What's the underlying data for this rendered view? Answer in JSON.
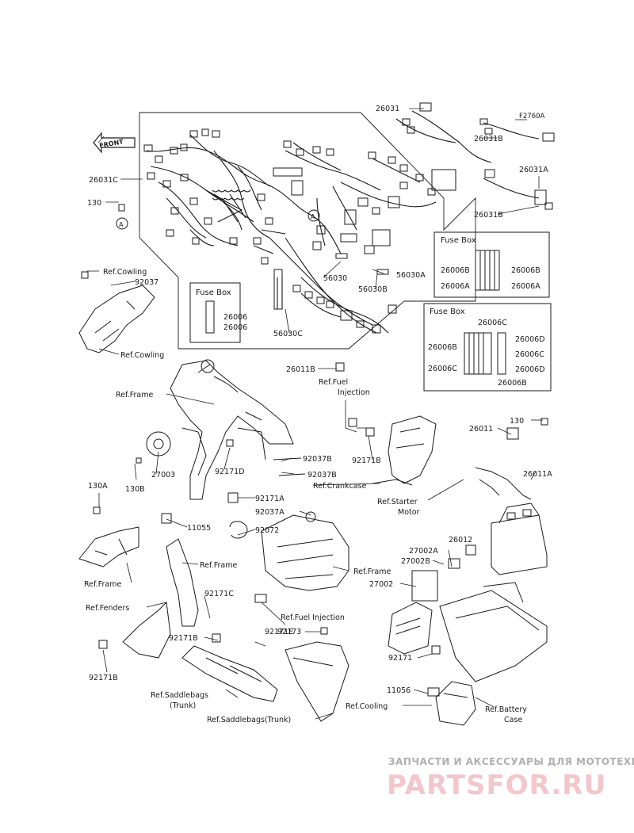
{
  "callouts": {
    "p26031": "26031",
    "f2760a": "F2760A",
    "p26031b_top": "26031B",
    "p26031a": "26031A",
    "p26031b_bot": "26031B",
    "p26031c": "26031C",
    "p130_top": "130",
    "ref_cowling_1": "Ref.Cowling",
    "p92037": "92037",
    "ref_cowling_2": "Ref.Cowling",
    "p56030": "56030",
    "p56030a": "56030A",
    "p56030b": "56030B",
    "p56030c": "56030C",
    "p26011b": "26011B",
    "ref_fuel_injection_1": "Ref.Fuel",
    "ref_fuel_injection_2": "Injection",
    "ref_frame_1": "Ref.Frame",
    "p27003": "27003",
    "p130b": "130B",
    "p92171d": "92171D",
    "p92037b_1": "92037B",
    "p92037b_2": "92037B",
    "ref_crankcase": "Ref.Crankcase",
    "p92171b_1": "92171B",
    "p26011": "26011",
    "p130_right": "130",
    "p26011a": "26011A",
    "ref_starter_1": "Ref.Starter",
    "ref_starter_2": "Motor",
    "p130a": "130A",
    "p92171a": "92171A",
    "p92037a": "92037A",
    "p11055": "11055",
    "p92072": "92072",
    "ref_frame_2": "Ref.Frame",
    "ref_frame_3": "Ref.Frame",
    "ref_frame_4": "Ref.Frame",
    "p26012": "26012",
    "p27002a": "27002A",
    "p27002b": "27002B",
    "p27002": "27002",
    "p92171c": "92171C",
    "ref_fenders": "Ref.Fenders",
    "ref_fuel_injection_3": "Ref.Fuel Injection",
    "p92171e": "92171E",
    "p92173": "92173",
    "p92171b_2": "92171B",
    "p92171b_3": "92171B",
    "p92171": "92171",
    "p11056": "11056",
    "ref_saddlebags_1": "Ref.Saddlebags",
    "ref_saddlebags_2": "(Trunk)",
    "ref_saddlebags_3": "Ref.Saddlebags(Trunk)",
    "ref_cooling": "Ref.Cooling",
    "ref_battery_1": "Ref.Battery",
    "ref_battery_2": "Case",
    "front_arrow": "FRONT",
    "circle_a_1": "A",
    "circle_a_2": "A"
  },
  "fuse_box_left": {
    "title": "Fuse Box",
    "items": [
      "26006",
      "26006"
    ]
  },
  "fuse_box_top_right": {
    "title": "Fuse Box",
    "items": [
      "26006B",
      "26006B",
      "26006A",
      "26006A"
    ]
  },
  "fuse_box_bottom_right": {
    "title": "Fuse Box",
    "items": [
      "26006C",
      "26006B",
      "26006D",
      "26006C",
      "26006C",
      "26006D",
      "26006B"
    ]
  },
  "watermark": {
    "line1": "ЗАПЧАСТИ И АКСЕССУАРЫ ДЛЯ МОТОТЕХНИКИ",
    "line2": "PARTSFOR.RU"
  },
  "colors": {
    "line": "#1a1a1a",
    "watermark_brand": "#f3c6cc",
    "watermark_text": "#b0b0b0"
  }
}
